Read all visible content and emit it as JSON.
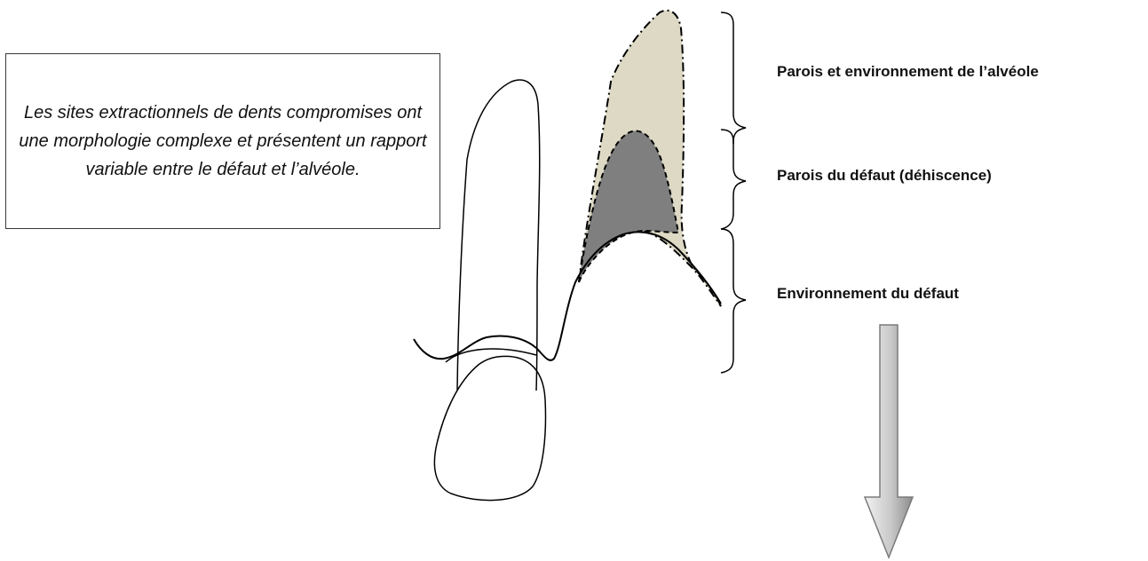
{
  "note": {
    "text": "Les sites extractionnels de dents compromises ont une morphologie complexe et présentent un rapport variable entre le défaut et l’alvéole."
  },
  "labels": {
    "walls_environment_socket": "Parois et environnement de l’alvéole",
    "defect_walls": "Parois du défaut (déhiscence)",
    "defect_environment": "Environnement du défaut"
  },
  "colors": {
    "socket_walls_fill": "#ddd9c4",
    "defect_walls_fill": "#7f7f7f",
    "outline": "#000000",
    "arrow_light": "#e8e8e8",
    "arrow_dark": "#9a9a9a"
  }
}
